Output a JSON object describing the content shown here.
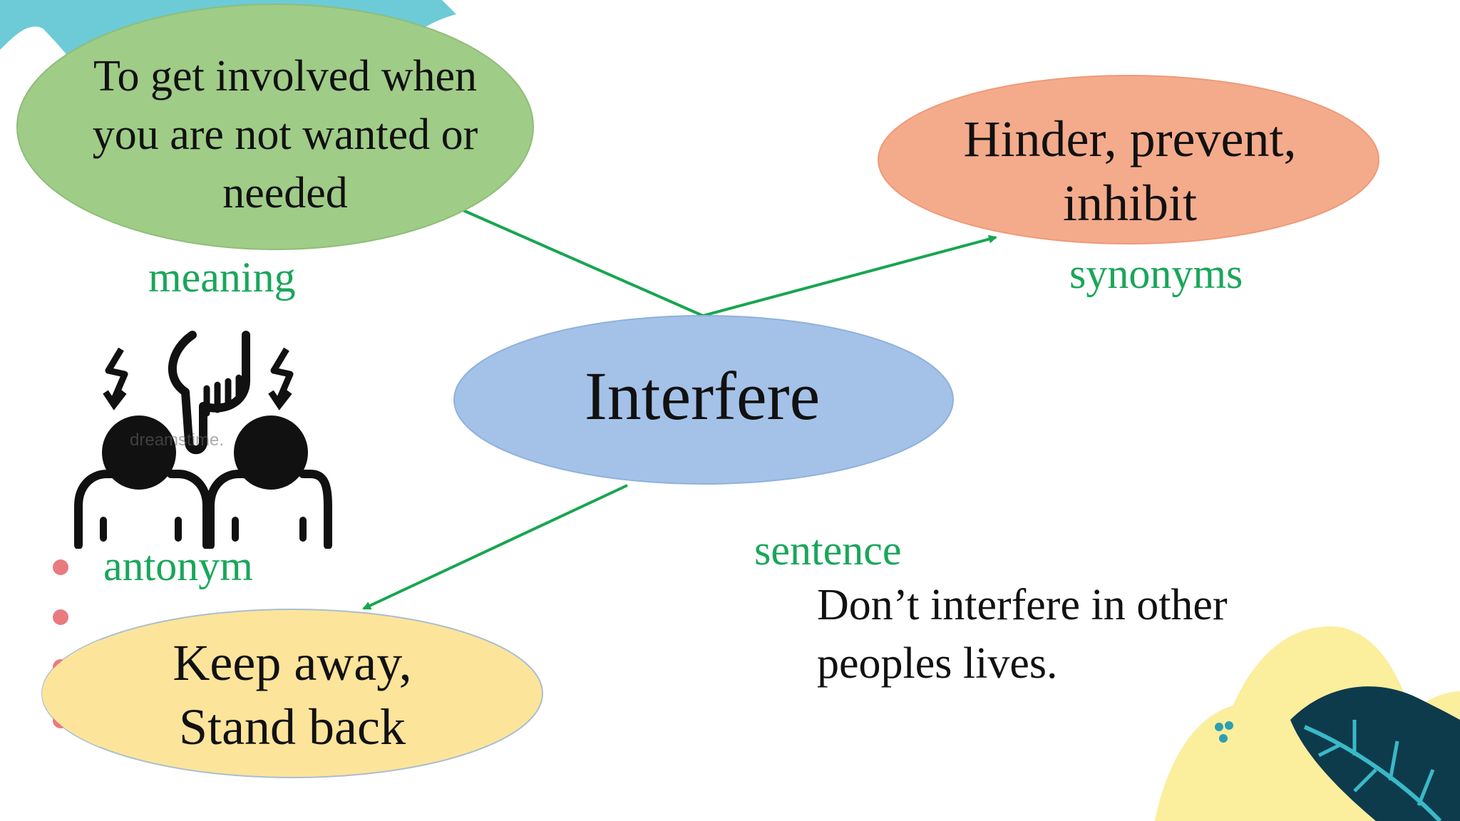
{
  "center": {
    "text": "Interfere",
    "color": "#a4c2e8"
  },
  "meaning": {
    "label": "meaning",
    "definition_lines": [
      "To get involved when",
      "you are not wanted or",
      "needed"
    ],
    "color": "#9fcc87"
  },
  "synonyms": {
    "label": "synonyms",
    "text_lines": [
      "Hinder, prevent,",
      "inhibit"
    ],
    "color": "#f4ab8b"
  },
  "antonyms": {
    "label": "antonym",
    "text_lines": [
      "Keep away,",
      "Stand back"
    ],
    "color": "#fde49b"
  },
  "sentence": {
    "label": "sentence",
    "text_lines": [
      "Don’t interfere in other",
      "peoples lives."
    ]
  },
  "illustration": {
    "icon": "two-people-pointing-finger-icon",
    "watermark": "dreamstime."
  },
  "colors": {
    "label_green": "#1aa65a",
    "arrow_green": "#17a64f",
    "bullet_pink": "#e97a80",
    "teal_corner": "#6ccbd6",
    "leaf_yellow": "#fbee9d",
    "leaf_dark": "#0d3b4c"
  }
}
